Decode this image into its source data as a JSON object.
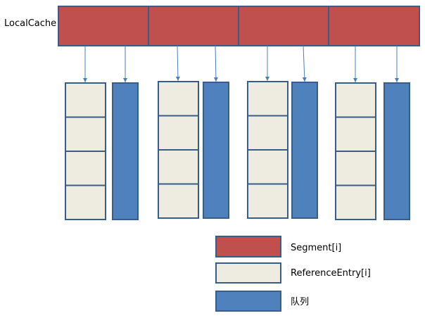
{
  "diagram": {
    "title_label": "LocalCache",
    "segment_count": 4,
    "entries_per_table": 4,
    "colors": {
      "segment": "#C0504D",
      "entry": "#EEECE1",
      "queue": "#4F81BD",
      "border": "#385D8A",
      "arrow": "#4A7EBB"
    }
  },
  "legend": {
    "segment_label": "Segment[i]",
    "entry_label": "ReferenceEntry[i]",
    "queue_label": "队列"
  }
}
